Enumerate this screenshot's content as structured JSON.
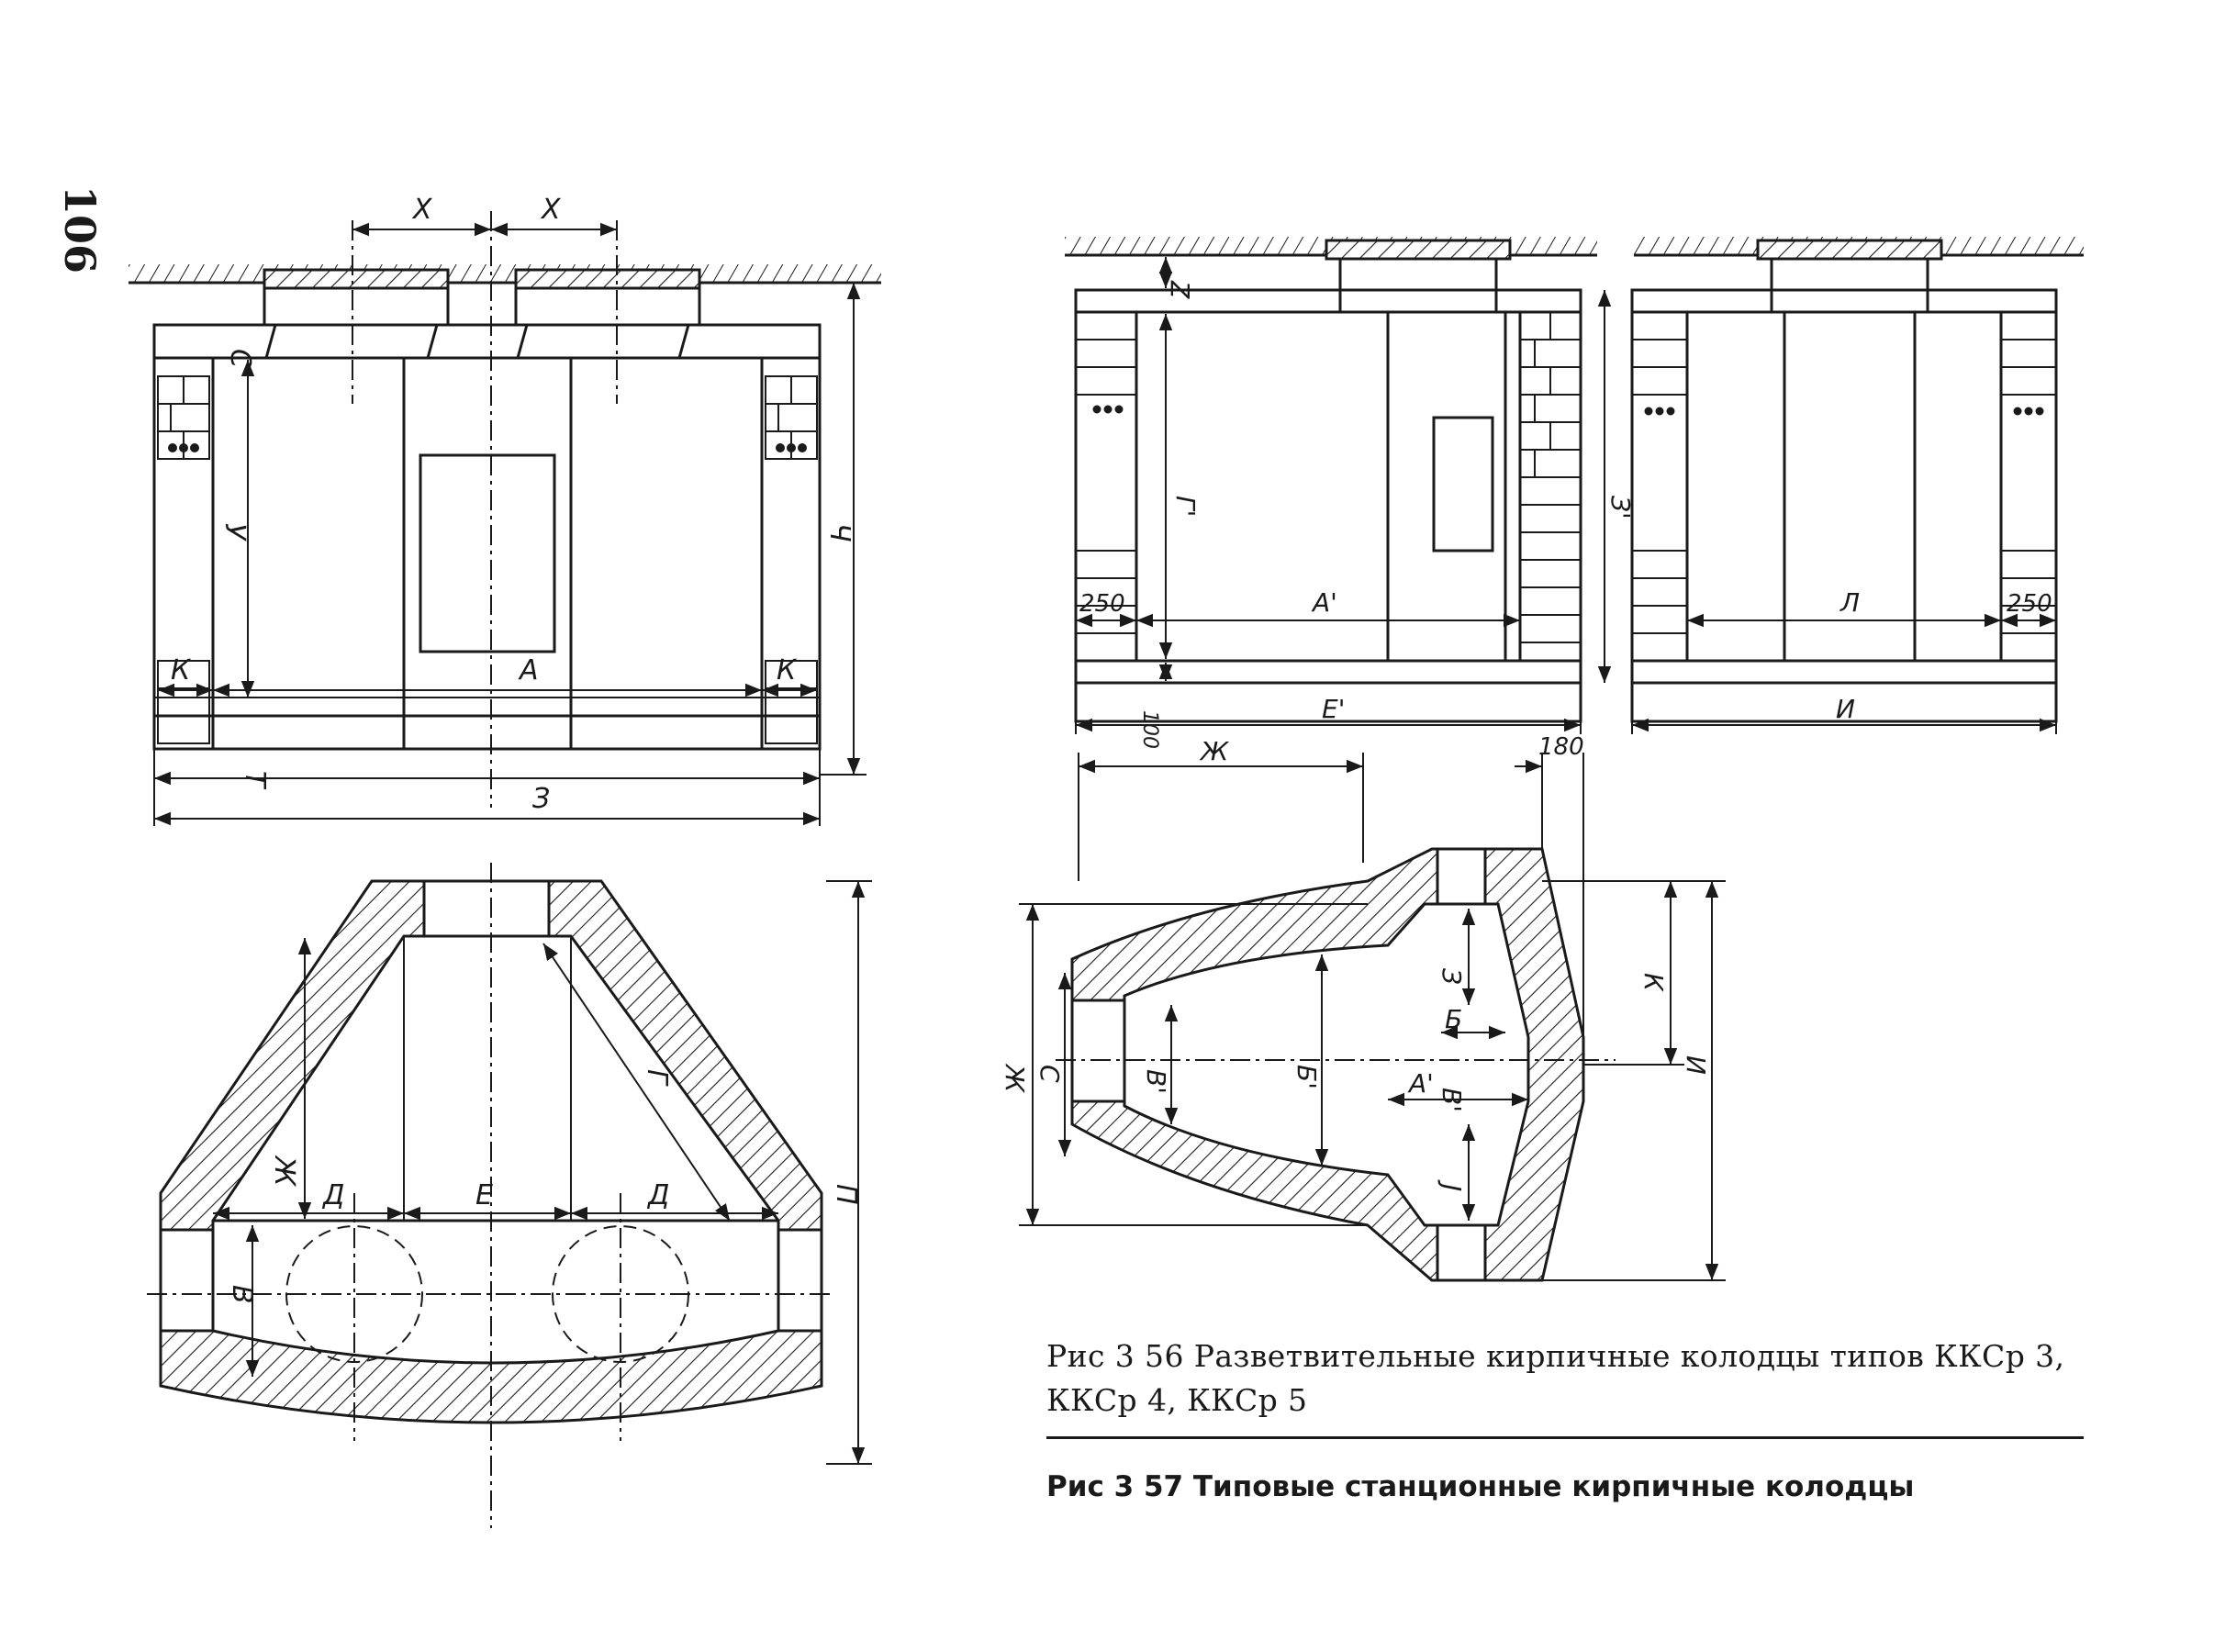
{
  "page": {
    "number": "106"
  },
  "figures": {
    "left_elevation": {
      "labels": {
        "x_left": "Х",
        "x_right": "Х",
        "c": "С",
        "y": "У",
        "ch": "Ч",
        "a": "А",
        "k_left": "К",
        "k_right": "К",
        "t": "Т",
        "z": "З"
      }
    },
    "left_plan": {
      "labels": {
        "p": "П",
        "zh": "Ж",
        "g": "Г",
        "d_left": "Д",
        "e": "Е",
        "d_right": "Д",
        "v": "В"
      }
    },
    "right_elevation_a": {
      "labels": {
        "z": "Z",
        "g1": "Г'",
        "z1": "З'",
        "dim250": "250",
        "a1": "А'",
        "dim100": "100",
        "e1": "Е'"
      }
    },
    "right_elevation_b": {
      "labels": {
        "l": "Л",
        "dim250": "250",
        "i": "И"
      }
    },
    "right_plan": {
      "labels": {
        "zh_top": "Ж",
        "dim180": "180",
        "zh_side": "Ж",
        "c": "С",
        "v1": "В'",
        "b1": "Б'",
        "z": "З",
        "b": "Б",
        "a1": "А'",
        "v2": "В'",
        "j": "J",
        "k": "К",
        "i": "И"
      }
    }
  },
  "captions": {
    "fig_356": "Рис 3 56 Разветвительные кирпичные колодцы типов ККСр 3, ККСр 4, ККСр 5",
    "fig_357": "Рис 3 57 Типовые станционные кирпичные колодцы"
  }
}
